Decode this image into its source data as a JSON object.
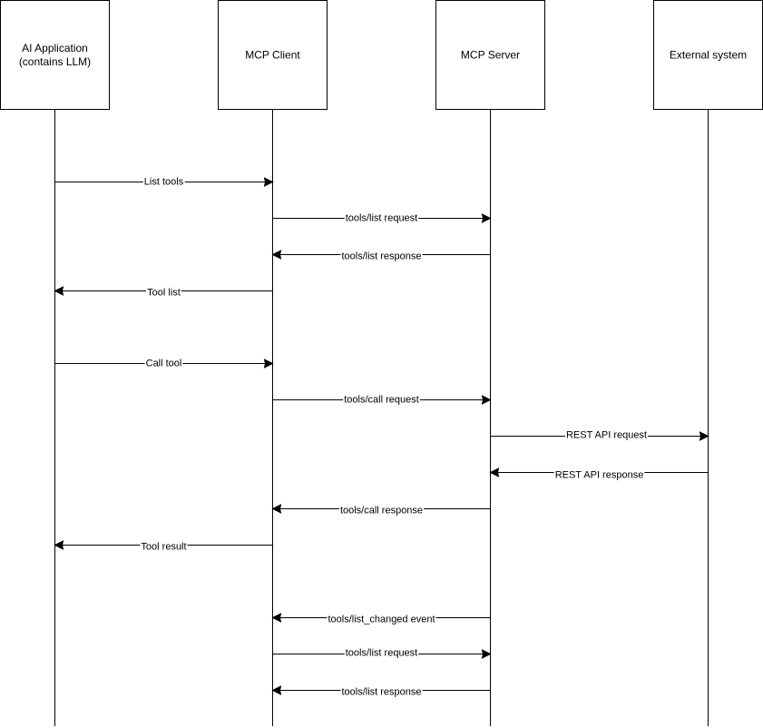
{
  "participants": [
    {
      "id": "ai_app",
      "label_lines": [
        "AI Application",
        "(contains LLM)"
      ]
    },
    {
      "id": "mcp_client",
      "label_lines": [
        "MCP Client"
      ]
    },
    {
      "id": "mcp_server",
      "label_lines": [
        "MCP Server"
      ]
    },
    {
      "id": "external",
      "label_lines": [
        "External system"
      ]
    }
  ],
  "messages": [
    {
      "from": "ai_app",
      "to": "mcp_client",
      "label": "List tools"
    },
    {
      "from": "mcp_client",
      "to": "mcp_server",
      "label": "tools/list request"
    },
    {
      "from": "mcp_server",
      "to": "mcp_client",
      "label": "tools/list response"
    },
    {
      "from": "mcp_client",
      "to": "ai_app",
      "label": "Tool list"
    },
    {
      "from": "ai_app",
      "to": "mcp_client",
      "label": "Call tool"
    },
    {
      "from": "mcp_client",
      "to": "mcp_server",
      "label": "tools/call request"
    },
    {
      "from": "mcp_server",
      "to": "external",
      "label": "REST API request"
    },
    {
      "from": "external",
      "to": "mcp_server",
      "label": "REST API response"
    },
    {
      "from": "mcp_server",
      "to": "mcp_client",
      "label": "tools/call response"
    },
    {
      "from": "mcp_client",
      "to": "ai_app",
      "label": "Tool result"
    },
    {
      "from": "mcp_server",
      "to": "mcp_client",
      "label": "tools/list_changed event"
    },
    {
      "from": "mcp_client",
      "to": "mcp_server",
      "label": "tools/list request"
    },
    {
      "from": "mcp_server",
      "to": "mcp_client",
      "label": "tools/list response"
    }
  ]
}
